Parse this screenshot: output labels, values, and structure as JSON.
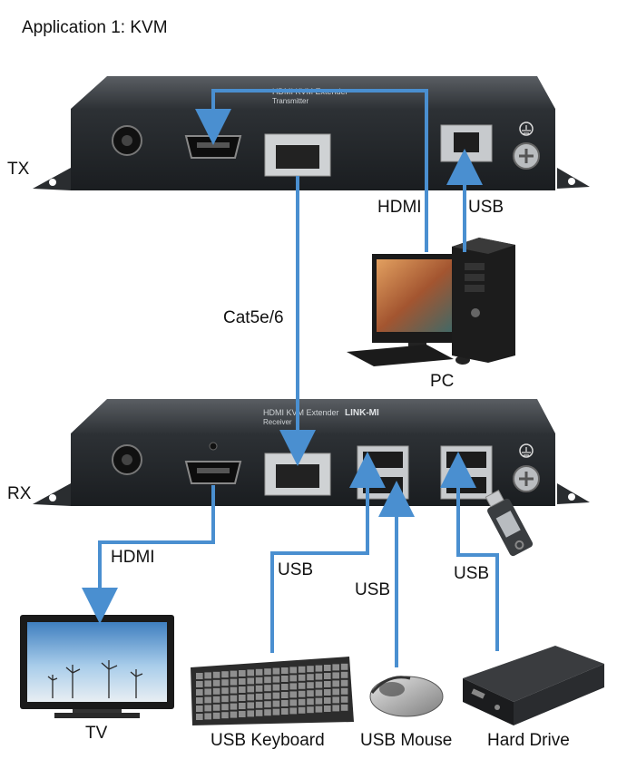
{
  "title": "Application 1: KVM",
  "tx_label": "TX",
  "rx_label": "RX",
  "tx_brand": "HDMI KVM Extender",
  "tx_brand_sub": "Transmitter",
  "rx_brand": "HDMI KVM Extender",
  "rx_brand_sub": "Receiver",
  "rx_logo": "LINK-MI",
  "cables": {
    "hdmi_pc": "HDMI",
    "usb_pc": "USB",
    "cat": "Cat5e/6",
    "hdmi_tv": "HDMI",
    "usb_keyboard": "USB",
    "usb_mouse": "USB",
    "usb_drive": "USB"
  },
  "devices": {
    "pc": "PC",
    "tv": "TV",
    "keyboard": "USB Keyboard",
    "mouse": "USB Mouse",
    "hard_drive": "Hard Drive"
  },
  "colors": {
    "cable": "#4a8fd0",
    "device_body": "#2b2f33"
  }
}
